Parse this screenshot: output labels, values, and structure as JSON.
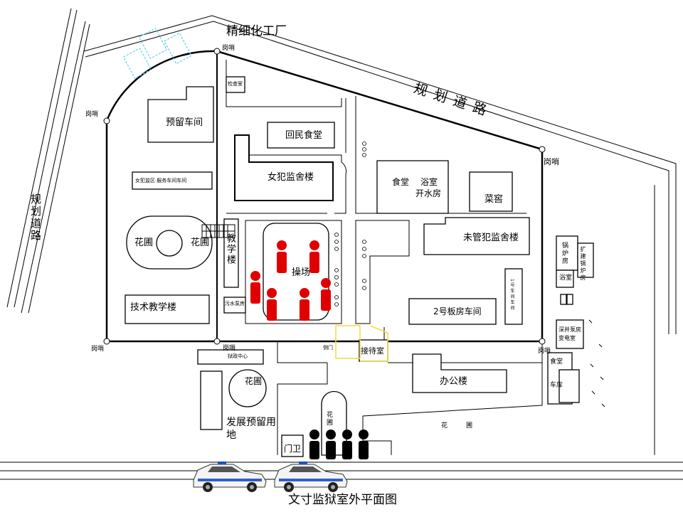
{
  "map": {
    "caption": "文寸监狱室外平面图",
    "roads": {
      "north_factory": "精细化工厂",
      "planned_road_ne": "规划道路",
      "planned_road_w": "规划道路"
    },
    "buildings": {
      "reserved_workshop": "预留车间",
      "hui_canteen": "回民食堂",
      "female_block": "女犯监舍楼",
      "canteen": "食堂",
      "bathroom": "浴室",
      "boiler_water": "开水房",
      "cellar": "菜窖",
      "juvenile_block": "未管犯监舍楼",
      "board_workshop": "2号板房车间",
      "office": "办公楼",
      "tech_building": "技术教学楼",
      "teaching": "教学楼",
      "playground": "操场",
      "garden_left": "花圃",
      "garden_right": "花圃",
      "garden_center": "花圃",
      "garden_gate": "花圃",
      "garden_east": "花圃",
      "dev_land": "发展预留用地",
      "gate_guard": "门卫",
      "reception": "接待室",
      "boiler_room": "锅炉房",
      "expand_boiler": "扩建锅炉房",
      "bath_small": "浴室",
      "well_pump": "深井泵房变电室",
      "staff_canteen": "食堂",
      "garage": "车库",
      "sewage": "污水泵房",
      "female_workshop_small": "女犯监区·服务车间车间",
      "control_center": "狱政中心",
      "check_room": "检查室",
      "small_side_building": "1号车间车间",
      "side_gate": "侧门"
    },
    "watchtowers": [
      "岗哨",
      "岗哨",
      "岗哨",
      "岗哨",
      "岗哨",
      "岗哨"
    ],
    "colors": {
      "inmate": "#e00000",
      "guard": "#000000",
      "camera": "#6ad4e8",
      "reception_outline": "#f0dc40"
    },
    "icons": {
      "inmate": "person-red-icon",
      "guard": "person-black-icon",
      "car": "police-car-icon",
      "camera": "solar-panel-icon"
    }
  }
}
